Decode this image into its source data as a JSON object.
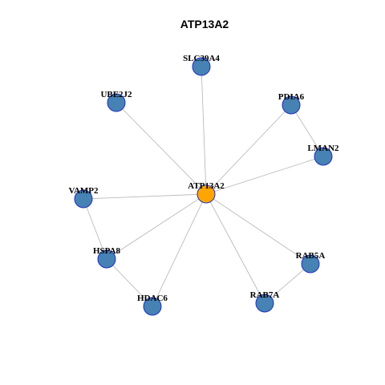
{
  "title": "ATP13A2",
  "colors": {
    "hub": "#FFA500",
    "node": "#4682B4",
    "node_border": "#1f2fbf",
    "edge": "#b3b3b3"
  },
  "nodes": [
    {
      "id": "ATP13A2",
      "label": "ATP13A2",
      "hub": true
    },
    {
      "id": "SLC39A4",
      "label": "SLC39A4",
      "hub": false
    },
    {
      "id": "UBE2J2",
      "label": "UBE2J2",
      "hub": false
    },
    {
      "id": "PDIA6",
      "label": "PDIA6",
      "hub": false
    },
    {
      "id": "LMAN2",
      "label": "LMAN2",
      "hub": false
    },
    {
      "id": "VAMP2",
      "label": "VAMP2",
      "hub": false
    },
    {
      "id": "HSPA8",
      "label": "HSPA8",
      "hub": false
    },
    {
      "id": "RAB5A",
      "label": "RAB5A",
      "hub": false
    },
    {
      "id": "RAB7A",
      "label": "RAB7A",
      "hub": false
    },
    {
      "id": "HDAC6",
      "label": "HDAC6",
      "hub": false
    }
  ],
  "edges": [
    [
      "ATP13A2",
      "SLC39A4"
    ],
    [
      "ATP13A2",
      "UBE2J2"
    ],
    [
      "ATP13A2",
      "PDIA6"
    ],
    [
      "ATP13A2",
      "LMAN2"
    ],
    [
      "ATP13A2",
      "VAMP2"
    ],
    [
      "ATP13A2",
      "HSPA8"
    ],
    [
      "ATP13A2",
      "RAB5A"
    ],
    [
      "ATP13A2",
      "RAB7A"
    ],
    [
      "ATP13A2",
      "HDAC6"
    ],
    [
      "PDIA6",
      "LMAN2"
    ],
    [
      "VAMP2",
      "HSPA8"
    ],
    [
      "HSPA8",
      "HDAC6"
    ],
    [
      "RAB5A",
      "RAB7A"
    ]
  ]
}
